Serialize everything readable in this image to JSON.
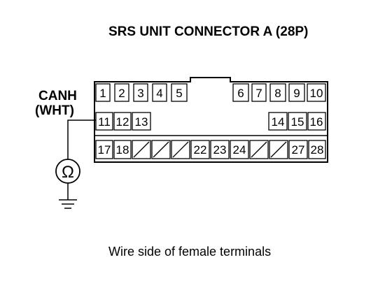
{
  "title": "SRS UNIT CONNECTOR A (28P)",
  "wire_label": {
    "line1": "CANH",
    "line2": "(WHT)"
  },
  "meter_symbol": "Ω",
  "caption": "Wire side of female terminals",
  "connector": {
    "row1": [
      "1",
      "2",
      "3",
      "4",
      "5",
      "6",
      "7",
      "8",
      "9",
      "10"
    ],
    "row2": [
      "11",
      "12",
      "13",
      "14",
      "15",
      "16"
    ],
    "row3": [
      "17",
      "18",
      "",
      "",
      "",
      "22",
      "23",
      "24",
      "",
      "",
      "27",
      "28"
    ],
    "probed_terminal": "11",
    "unused_terminals": [
      "19",
      "20",
      "21",
      "25",
      "26"
    ]
  },
  "colors": {
    "ink": "#000000",
    "background": "#ffffff"
  }
}
